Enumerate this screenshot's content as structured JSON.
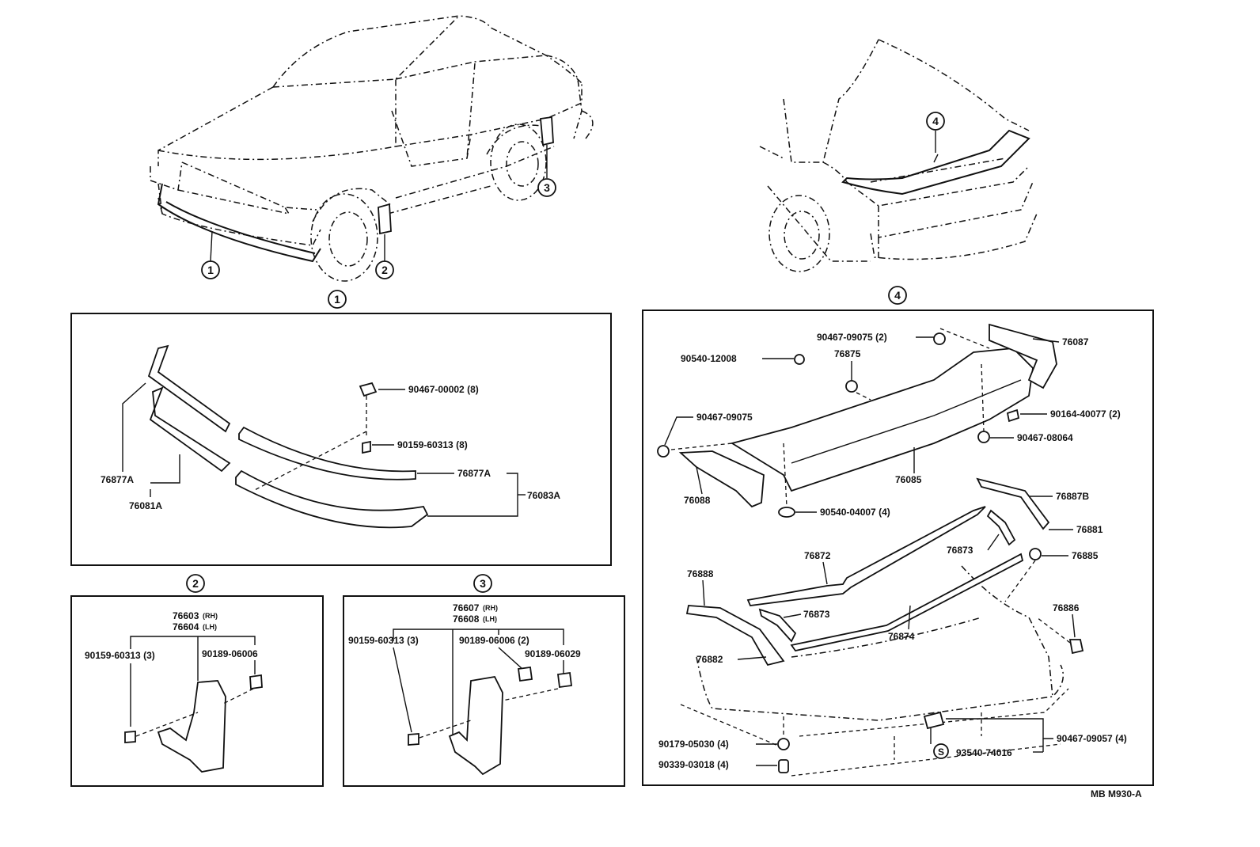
{
  "callouts": [
    "1",
    "2",
    "3",
    "4",
    "S"
  ],
  "panel1": {
    "parts": [
      "90467-00002 (8)",
      "90159-60313 (8)",
      "76877A",
      "76081A",
      "76877A",
      "76083A"
    ]
  },
  "panel2": {
    "main_rh": "76603",
    "main_rh_sfx": "(RH)",
    "main_lh": "76604",
    "main_lh_sfx": "(LH)",
    "parts": [
      "90159-60313 (3)",
      "90189-06006"
    ]
  },
  "panel3": {
    "main_rh": "76607",
    "main_rh_sfx": "(RH)",
    "main_lh": "76608",
    "main_lh_sfx": "(LH)",
    "parts": [
      "90159-60313 (3)",
      "90189-06006 (2)",
      "90189-06029"
    ]
  },
  "panel4": {
    "parts": [
      "90467-09075 (2)",
      "76087",
      "90540-12008",
      "76875",
      "90164-40077 (2)",
      "90467-09075",
      "90467-08064",
      "76085",
      "76088",
      "90540-04007 (4)",
      "76887B",
      "76881",
      "76872",
      "76873",
      "76885",
      "76888",
      "76873",
      "76874",
      "76886",
      "76882",
      "90179-05030 (4)",
      "90467-09057 (4)",
      "93540-74016",
      "90339-03018 (4)"
    ]
  },
  "footer_code": "MB M930-A"
}
